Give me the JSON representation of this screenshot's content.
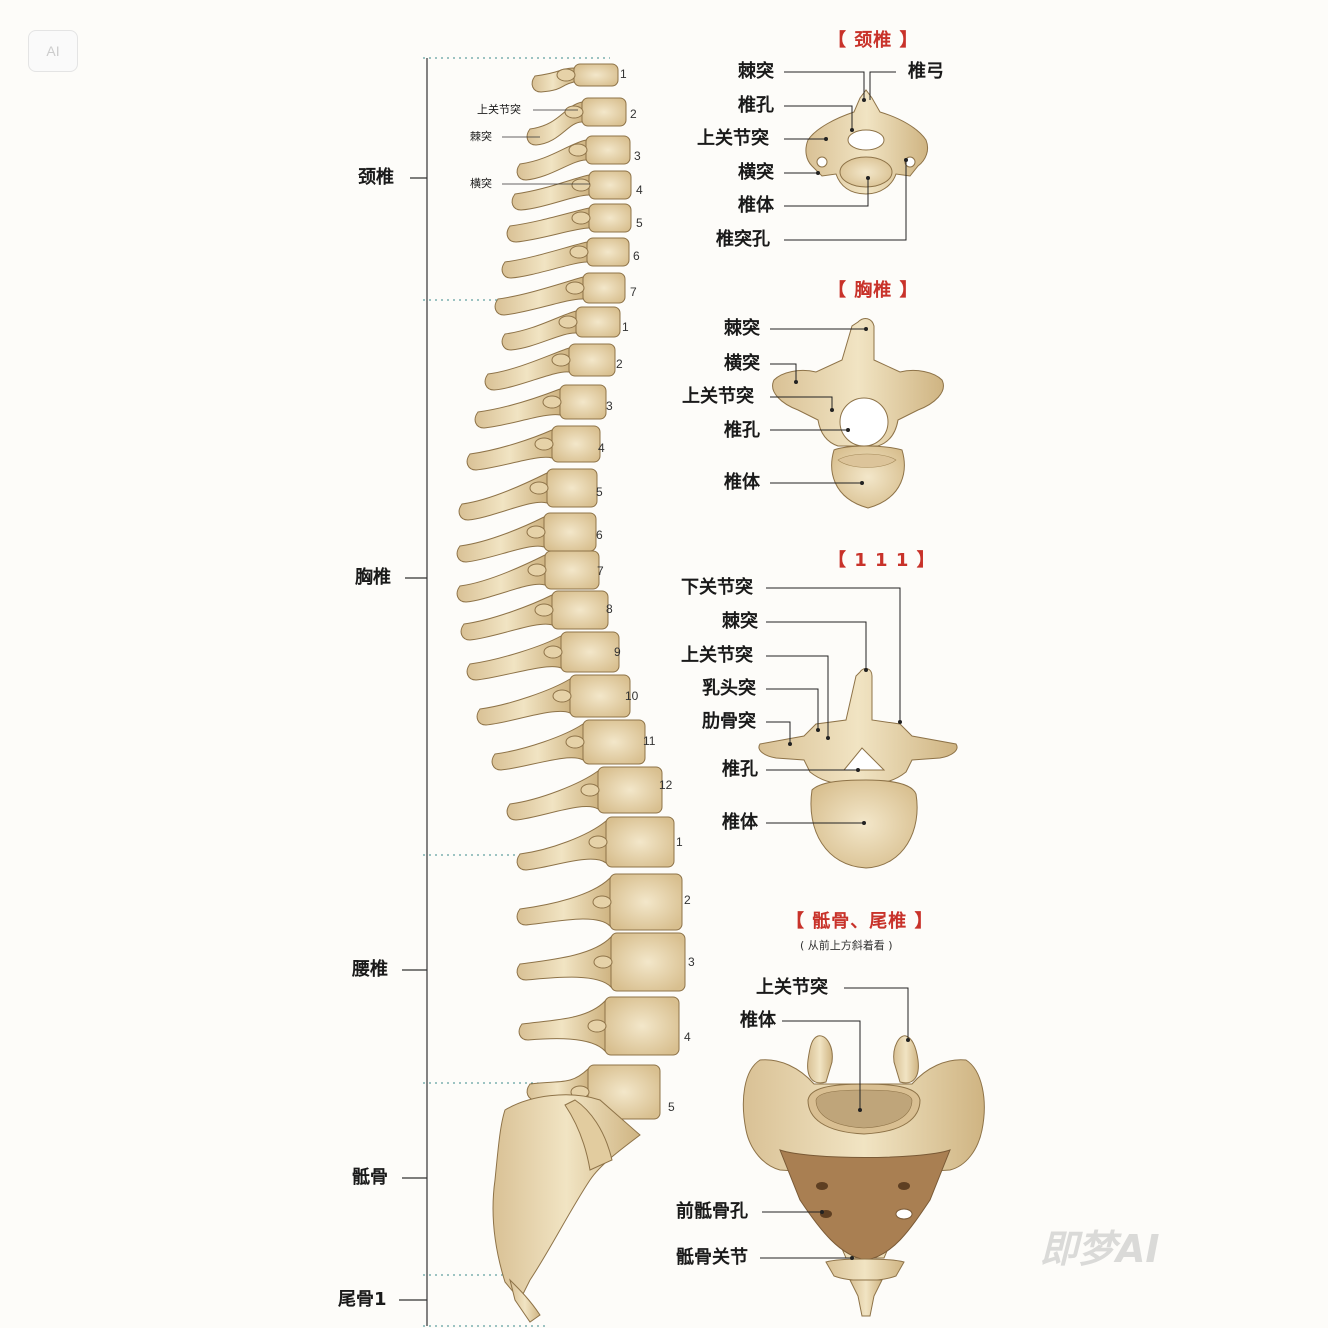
{
  "badge": "AI",
  "watermark": "即梦AI",
  "segments": [
    {
      "label": "颈椎"
    },
    {
      "label": "胸椎"
    },
    {
      "label": "腰椎"
    },
    {
      "label": "骶骨"
    },
    {
      "label": "尾骨1"
    }
  ],
  "side_callouts": [
    "上关节突",
    "棘突",
    "横突"
  ],
  "cervical_numbers": [
    "1",
    "2",
    "3",
    "4",
    "5",
    "6",
    "7"
  ],
  "thoracic_numbers": [
    "1",
    "2",
    "3",
    "4",
    "5",
    "6",
    "7",
    "8",
    "9",
    "10",
    "11",
    "12"
  ],
  "lumbar_numbers": [
    "1",
    "2",
    "3",
    "4",
    "5"
  ],
  "panels": {
    "cervical": {
      "title": "【 颈椎 】",
      "labels": [
        "棘突",
        "椎孔",
        "上关节突",
        "横突",
        "椎体",
        "椎突孔"
      ],
      "right_label": "椎弓"
    },
    "thoracic": {
      "title": "【 胸椎 】",
      "labels": [
        "棘突",
        "横突",
        "上关节突",
        "椎孔",
        "椎体"
      ]
    },
    "lumbar": {
      "title": "【 1 1 1 】",
      "labels": [
        "下关节突",
        "棘突",
        "上关节突",
        "乳头突",
        "肋骨突",
        "椎孔",
        "椎体"
      ]
    },
    "sacrum": {
      "title": "【 骶骨、尾椎 】",
      "subtitle": "( 从前上方斜着看 )",
      "labels": [
        "上关节突",
        "椎体",
        "前骶骨孔",
        "骶骨关节"
      ]
    }
  },
  "colors": {
    "bone": "#ead9b4",
    "bone_shadow": "#c4a979",
    "bone_edge": "#8e7348",
    "title_red": "#c8322a"
  }
}
